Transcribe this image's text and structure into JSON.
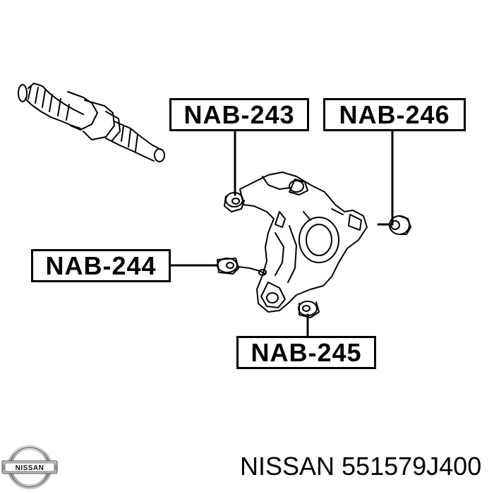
{
  "labels": {
    "nab243": "NAB-243",
    "nab246": "NAB-246",
    "nab244": "NAB-244",
    "nab245": "NAB-245"
  },
  "footer": {
    "brand": "NISSAN",
    "part_number": "551579J400",
    "text": "NISSAN 551579J400"
  },
  "logo": {
    "text": "NISSAN"
  },
  "colors": {
    "ink": "#000000",
    "background": "#ffffff"
  }
}
